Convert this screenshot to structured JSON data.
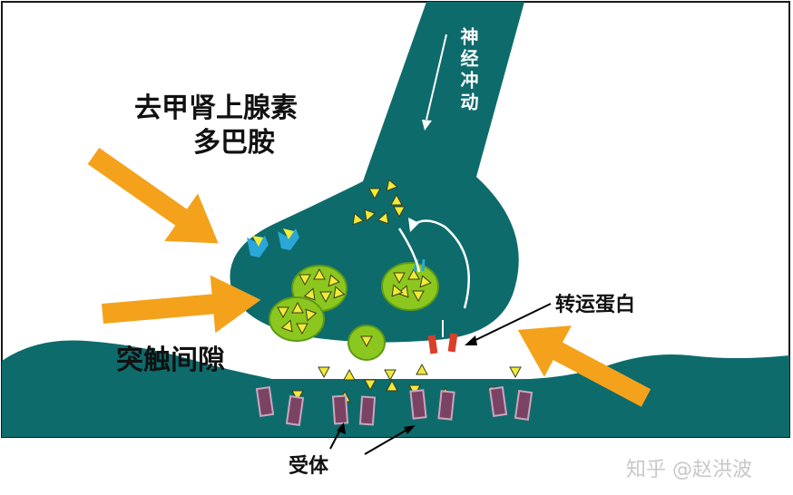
{
  "labels": {
    "norepinephrine": "去甲肾上腺素",
    "dopamine": "多巴胺",
    "nerve_impulse": "神经冲动",
    "synaptic_cleft": "突触间隙",
    "transporter": "转运蛋白",
    "receptor": "受体"
  },
  "watermark": "知乎 @赵洪波",
  "colors": {
    "neuron": "#0e6b6c",
    "vesicle": "#8cc71f",
    "vesicle_edge": "#5c9a16",
    "arrow": "#f4a21b",
    "receptor": "#7a4263",
    "transporter": "#d9402b",
    "neurotransmitter": "#f0ea3a",
    "autoreceptor": "#2aa7d8"
  }
}
